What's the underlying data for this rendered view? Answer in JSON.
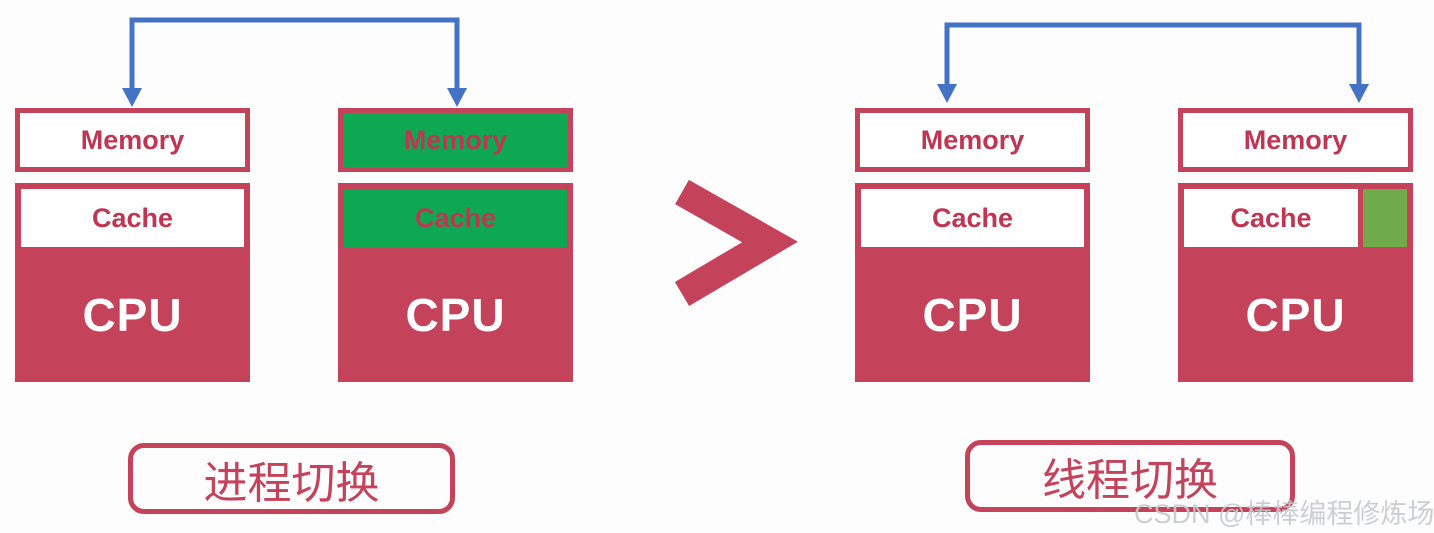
{
  "diagram": {
    "comparator": ">",
    "groups": [
      {
        "id": "process-switch",
        "label": "进程切换",
        "stacks": [
          {
            "memory": "Memory",
            "cache": "Cache",
            "cpu": "CPU",
            "memory_highlight": "none",
            "cache_highlight": "none"
          },
          {
            "memory": "Memory",
            "cache": "Cache",
            "cpu": "CPU",
            "memory_highlight": "full-green",
            "cache_highlight": "full-green"
          }
        ]
      },
      {
        "id": "thread-switch",
        "label": "线程切换",
        "stacks": [
          {
            "memory": "Memory",
            "cache": "Cache",
            "cpu": "CPU",
            "memory_highlight": "none",
            "cache_highlight": "none"
          },
          {
            "memory": "Memory",
            "cache": "Cache",
            "cpu": "CPU",
            "memory_highlight": "none",
            "cache_highlight": "partial-green-right"
          }
        ]
      }
    ]
  },
  "watermark": "CSDN @棒棒编程修炼场",
  "colors": {
    "crimson": "#c5425b",
    "crimson_text": "#c03552",
    "highlight_green": "#0ea853",
    "partial_green": "#6fab4b",
    "arrow_blue": "#4472c4",
    "cpu_text": "#ffffff",
    "watermark_gray": "#c7cacc",
    "background": "#fdfdfe"
  }
}
